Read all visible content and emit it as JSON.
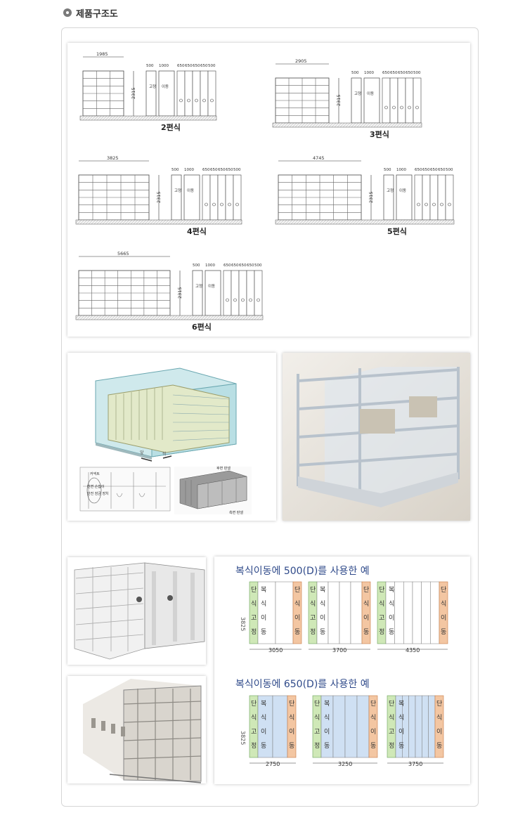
{
  "header": {
    "title": "제품구조도"
  },
  "configs": [
    {
      "label": "2편식",
      "width": "1985"
    },
    {
      "label": "3편식",
      "width": "2905"
    },
    {
      "label": "4편식",
      "width": "3825"
    },
    {
      "label": "5편식",
      "width": "4745"
    },
    {
      "label": "6편식",
      "width": "5665"
    }
  ],
  "common_dims": {
    "height": "2315",
    "widths": [
      "500",
      "1000",
      "650",
      "650",
      "650",
      "650",
      "500"
    ],
    "fixed_label": "고정",
    "move_label": "이동"
  },
  "examples": [
    {
      "title": "복식이동에 500(D)를 사용한 예",
      "height": "3825",
      "widths": [
        "3050",
        "3700",
        "4350"
      ],
      "fixed_text": "단식고정",
      "double_text": "복식이동",
      "single_move_text": "단식이동"
    },
    {
      "title": "복식이동에 650(D)를 사용한 예",
      "height": "3825",
      "widths": [
        "2750",
        "3250",
        "3750"
      ],
      "fixed_text": "단식고정",
      "double_text": "복식이동",
      "single_move_text": "단식이동"
    }
  ],
  "photo_labels": {
    "front_panel": "후면 판넬",
    "rear_panel": "측면 판넬"
  }
}
